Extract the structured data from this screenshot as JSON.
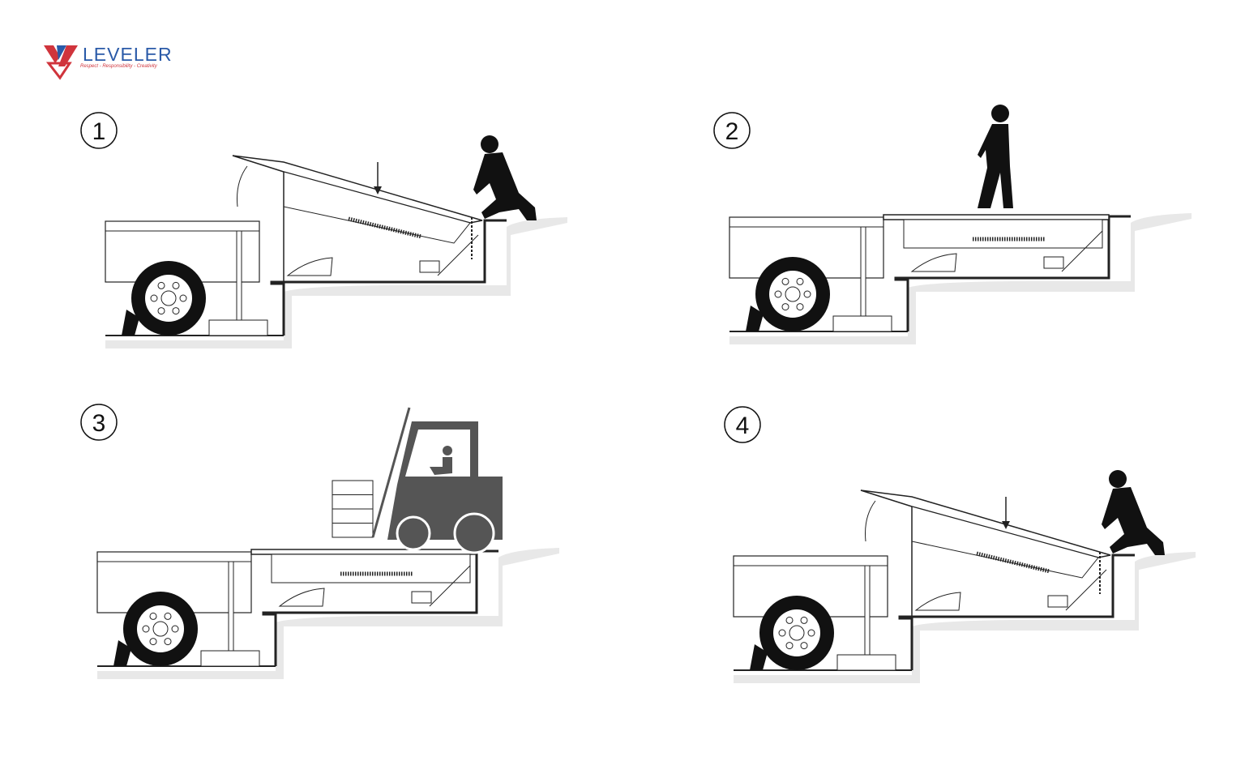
{
  "logo": {
    "brand": "LEVELER",
    "tagline": "Respect - Responsibility - Creativity"
  },
  "colors": {
    "brand_blue": "#2a5aa8",
    "brand_red": "#d0343c",
    "line": "#222222",
    "shadow": "#e8e8e8",
    "figure": "#111111",
    "forklift": "#555555"
  },
  "steps": [
    {
      "number": "1",
      "deck": "raised",
      "figure": "kneeling-operator"
    },
    {
      "number": "2",
      "deck": "level",
      "figure": "walking-person"
    },
    {
      "number": "3",
      "deck": "level",
      "figure": "forklift"
    },
    {
      "number": "4",
      "deck": "raised",
      "figure": "kneeling-operator"
    }
  ]
}
